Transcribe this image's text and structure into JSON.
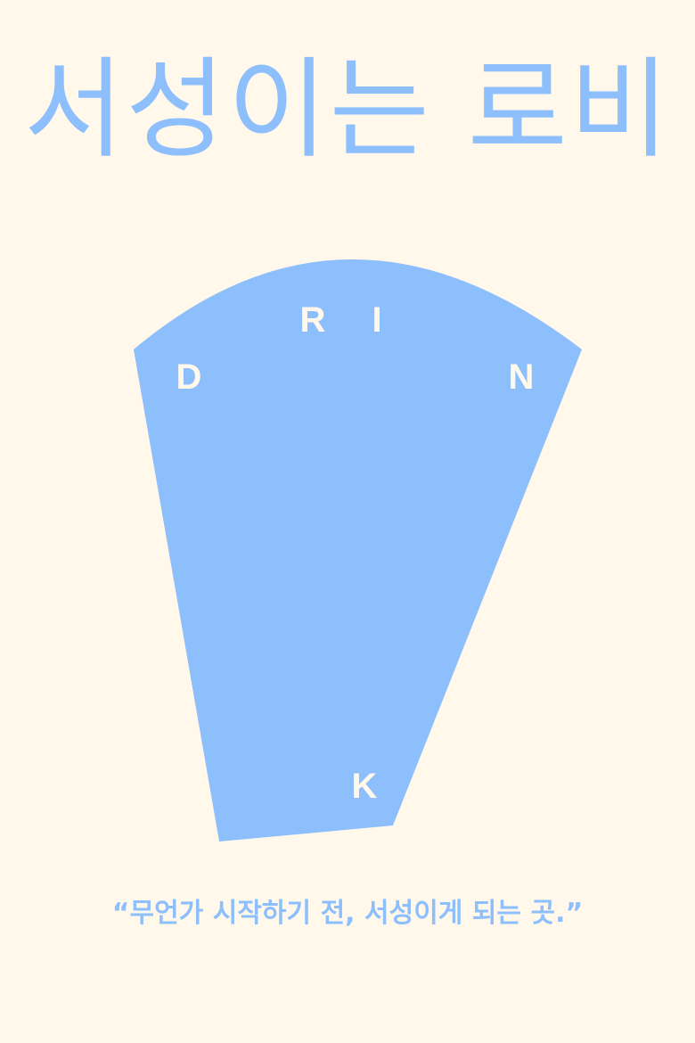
{
  "poster": {
    "title": "서성이는 로비",
    "tagline": "“무언가 시작하기 전, 서성이게 되는 곳.”",
    "colors": {
      "background": "#fff8eb",
      "accent": "#8dbffd"
    }
  },
  "cup": {
    "letters": {
      "d": "D",
      "r": "R",
      "i": "I",
      "n": "N",
      "k": "K"
    }
  }
}
